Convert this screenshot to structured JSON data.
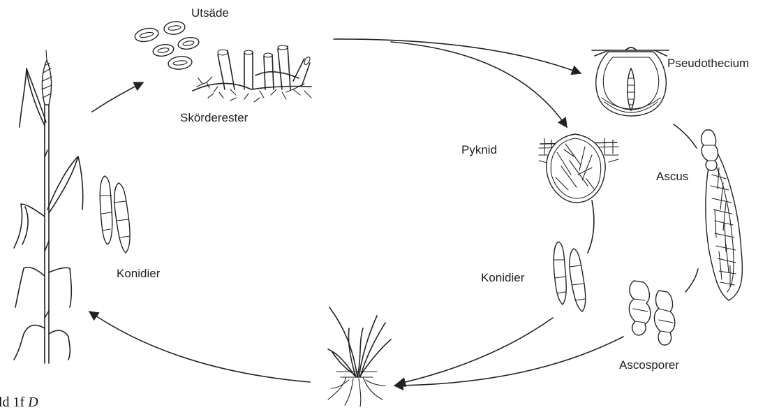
{
  "labels": {
    "utsade": "Utsäde",
    "skorderester": "Skörderester",
    "pseudothecium": "Pseudothecium",
    "pyknid": "Pyknid",
    "ascus": "Ascus",
    "konidier_left": "Konidier",
    "konidier_right": "Konidier",
    "ascosporer": "Ascosporer"
  },
  "caption": {
    "prefix": "ld 1f",
    "italic": "D"
  },
  "icons": [
    "wheat-plant-icon",
    "seed-icon",
    "stubble-icon",
    "pseudothecium-icon",
    "pycnidium-icon",
    "ascus-icon",
    "ascospore-icon",
    "conidium-icon",
    "seedling-icon"
  ]
}
